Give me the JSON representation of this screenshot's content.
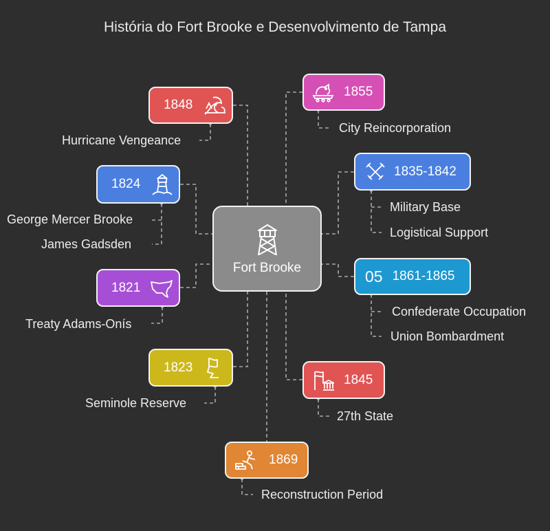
{
  "title": "História do Fort Brooke e Desenvolvimento de Tampa",
  "center": {
    "label": "Fort Brooke",
    "icon": "watchtower-icon",
    "color": "#8b8b8b"
  },
  "events": [
    {
      "id": "1848",
      "year": "1848",
      "icon": "storm-waves-icon",
      "color": "#e05454",
      "labels": [
        "Hurricane Vengeance"
      ]
    },
    {
      "id": "1855",
      "year": "1855",
      "icon": "raft-animal-icon",
      "color": "#d64fb4",
      "labels": [
        "City Reincorporation"
      ]
    },
    {
      "id": "1824",
      "year": "1824",
      "icon": "lighthouse-icon",
      "color": "#4a7fe0",
      "labels": [
        "George Mercer Brooke",
        "James Gadsden"
      ]
    },
    {
      "id": "1835-1842",
      "year": "1835-1842",
      "icon": "crossed-swords-icon",
      "color": "#4a7fe0",
      "labels": [
        "Military Base",
        "Logistical Support"
      ]
    },
    {
      "id": "1821",
      "year": "1821",
      "icon": "us-map-icon",
      "color": "#a64fd6",
      "labels": [
        "Treaty Adams-Onís"
      ]
    },
    {
      "id": "1861-1865",
      "year": "1861-1865",
      "number": "05",
      "icon": "",
      "color": "#1e98d0",
      "labels": [
        "Confederate Occupation",
        "Union Bombardment"
      ]
    },
    {
      "id": "1823",
      "year": "1823",
      "icon": "flag-icon",
      "color": "#cdb81c",
      "labels": [
        "Seminole Reserve"
      ]
    },
    {
      "id": "1845",
      "year": "1845",
      "icon": "state-building-icon",
      "color": "#e05454",
      "labels": [
        "27th State"
      ]
    },
    {
      "id": "1869",
      "year": "1869",
      "icon": "worker-bricks-icon",
      "color": "#e08634",
      "labels": [
        "Reconstruction Period"
      ]
    }
  ]
}
